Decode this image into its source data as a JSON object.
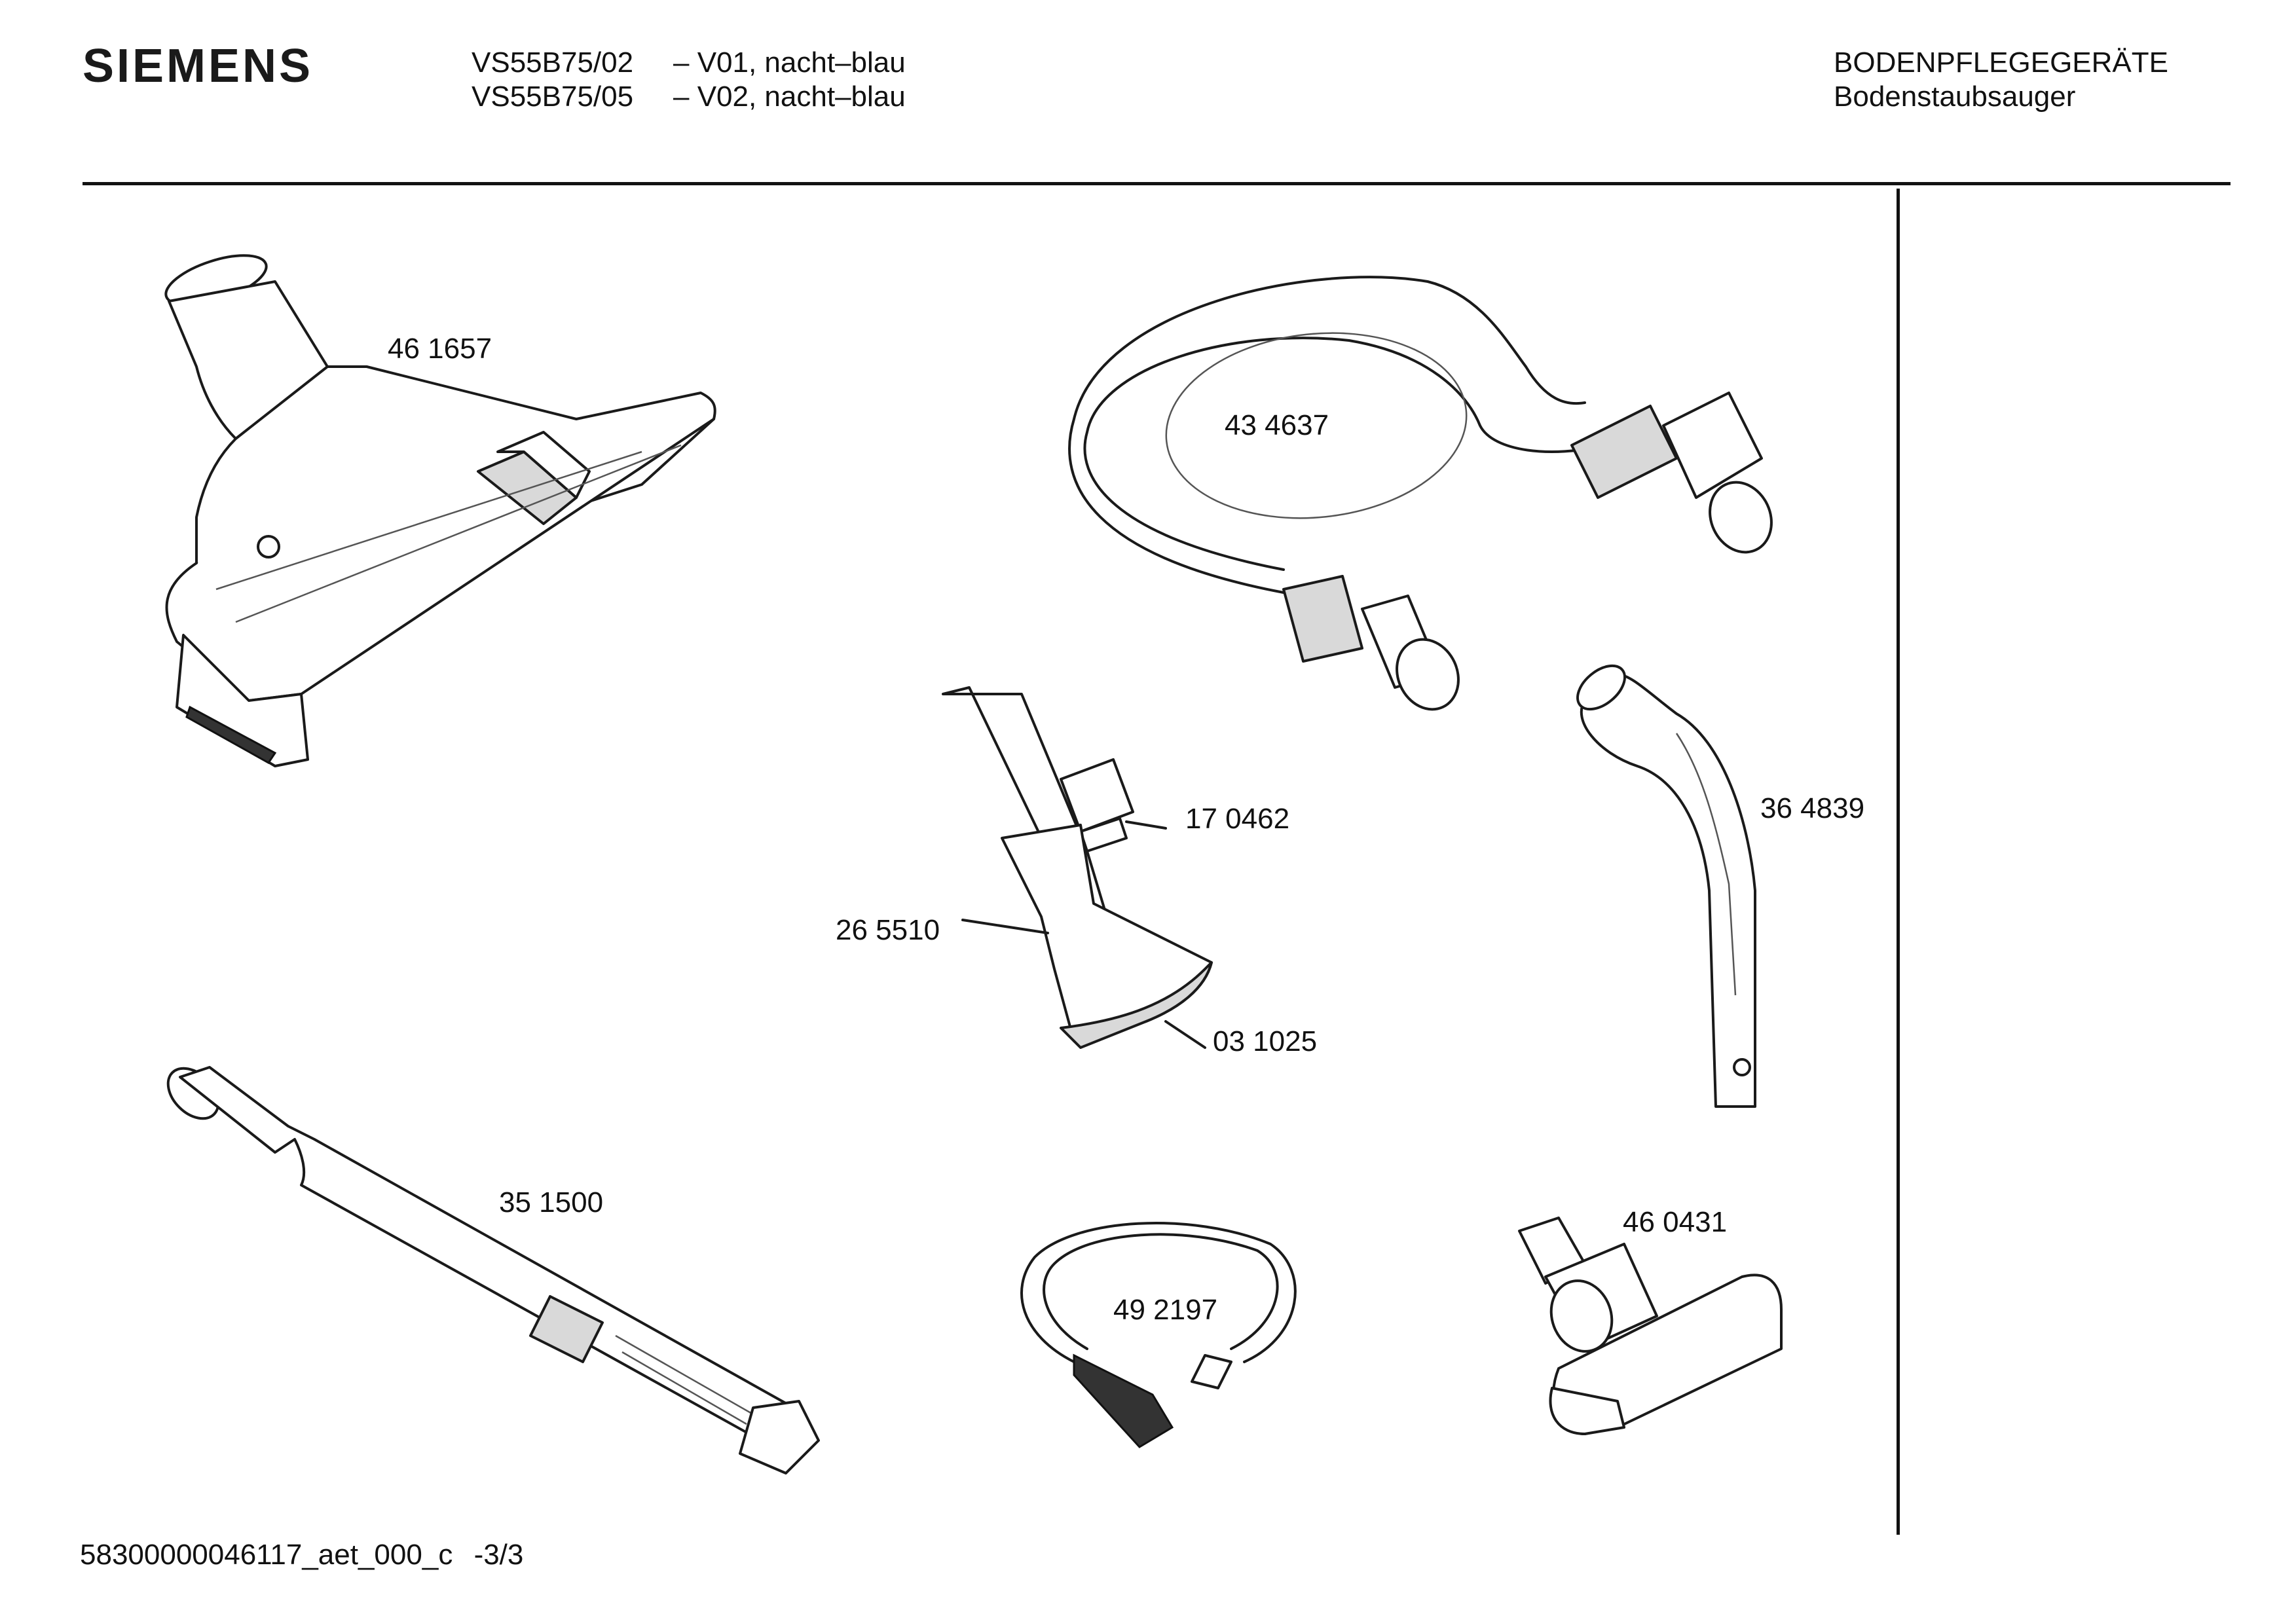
{
  "header": {
    "brand": "SIEMENS",
    "models": [
      {
        "number": "VS55B75/02",
        "variant": "– V01, nacht–blau"
      },
      {
        "number": "VS55B75/05",
        "variant": "– V02, nacht–blau"
      }
    ],
    "category": "BODENPFLEGEGERÄTE",
    "subcategory": "Bodenstaubsauger"
  },
  "parts": [
    {
      "id": "floor-nozzle",
      "label": "46 1657"
    },
    {
      "id": "hose",
      "label": "43 4637"
    },
    {
      "id": "clip",
      "label": "17 0462"
    },
    {
      "id": "handle-tube",
      "label": "36 4839"
    },
    {
      "id": "crevice-nozzle",
      "label": "26 5510"
    },
    {
      "id": "brush-insert",
      "label": "03 1025"
    },
    {
      "id": "telescopic-tube",
      "label": "35 1500"
    },
    {
      "id": "cable",
      "label": "49 2197"
    },
    {
      "id": "turbo-nozzle",
      "label": "46 0431"
    }
  ],
  "footer": {
    "doc_id": "58300000046117_aet_000_c",
    "page": "-3/3"
  }
}
